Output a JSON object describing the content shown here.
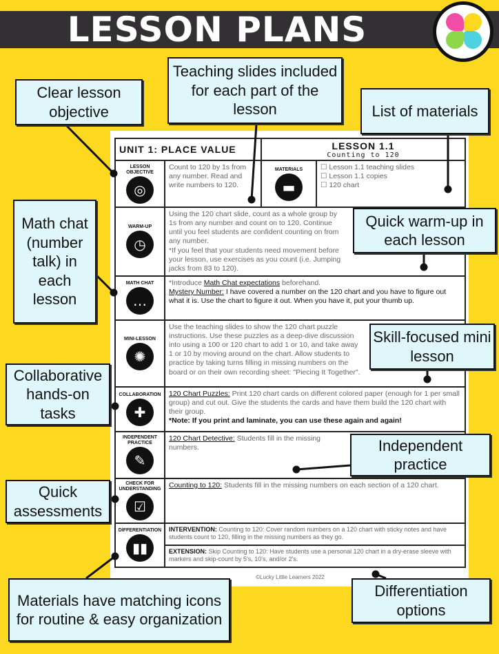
{
  "header": {
    "title": "LESSON PLANS",
    "logo": "Lucky Little Learners clover"
  },
  "doc": {
    "unit": "UNIT 1: PLACE VALUE",
    "lesson": "LESSON 1.1",
    "lesson_sub": "Counting to 120",
    "objective_label": "LESSON OBJECTIVE",
    "objective": "Count to 120 by 1s from any number.  Read and write numbers to 120.",
    "materials_label": "MATERIALS",
    "materials": [
      "Lesson 1.1 teaching slides",
      "Lesson 1.1 copies",
      "120 chart"
    ],
    "warmup_label": "WARM-UP",
    "warmup": "Using the 120 chart slide, count as a whole group by 1s from any number and count on to 120.  Continue until you feel students are confident counting on from any number.",
    "warmup_note": "*If you feel that your students need movement before your lesson, use exercises as you count (i.e. Jumping jacks from 83 to 120).",
    "mathchat_label": "MATH CHAT",
    "mathchat_pre": "*Introduce ",
    "mathchat_link": "Math Chat expectations",
    "mathchat_post": " beforehand.",
    "mystery_title": "Mystery Number:",
    "mystery": " I have covered a number on the 120 chart and you have to figure out what it is.  Use the chart to figure it out.  When you have it, put your thumb up.",
    "mini_label": "MINI-LESSON",
    "mini": "Use the teaching slides to show the 120 chart puzzle instructions.  Use these puzzles as a deep-dive discussion into using a 100 or 120 chart to add 1 or 10, and take away 1 or 10 by moving around on the chart. Allow students to practice by taking turns filling in missing numbers on the board or on their own recording sheet: \"Piecing It Together\".",
    "collab_label": "COLLABORATION",
    "collab_title": "120 Chart Puzzles:",
    "collab": " Print 120 chart cards on different colored paper (enough for 1 per small group) and cut out.  Give the students the cards and have them build the 120 chart with their group.",
    "collab_note": "*Note: If you print and laminate, you can use these again and again!",
    "indep_label": "INDEPENDENT PRACTICE",
    "indep_title": "120 Chart Detective:",
    "indep": " Students fill in the missing numbers.",
    "check_label": "CHECK FOR UNDERSTANDING",
    "check_title": "Counting to 120:",
    "check": " Students fill in the missing numbers on each section of a 120 chart.",
    "diff_label": "DIFFERENTIATION",
    "interv_title": "INTERVENTION:",
    "interv": " Counting to 120: Cover random numbers on a 120 chart with sticky notes and have students count to 120, filling in the missing numbers as they go.",
    "ext_title": "EXTENSION:",
    "ext": " Skip Counting to 120: Have students use a personal 120 chart in a dry-erase sleeve with markers and skip-count by 5's, 10's, and/or 2's.",
    "footer": "©Lucky Little Learners 2022"
  },
  "callouts": {
    "objective": "Clear lesson objective",
    "slides": "Teaching slides included for each part of the lesson",
    "materials": "List of materials",
    "mathchat": "Math chat (number talk) in each lesson",
    "warmup": "Quick warm-up in each lesson",
    "mini": "Skill-focused mini lesson",
    "collab": "Collaborative hands-on tasks",
    "indep": "Independent practice",
    "assess": "Quick assessments",
    "icons": "Materials have matching icons for routine & easy organization",
    "diff": "Differentiation options"
  },
  "colors": {
    "background": "#fcd81f",
    "bar": "#333034",
    "callout": "#dff6fa"
  }
}
